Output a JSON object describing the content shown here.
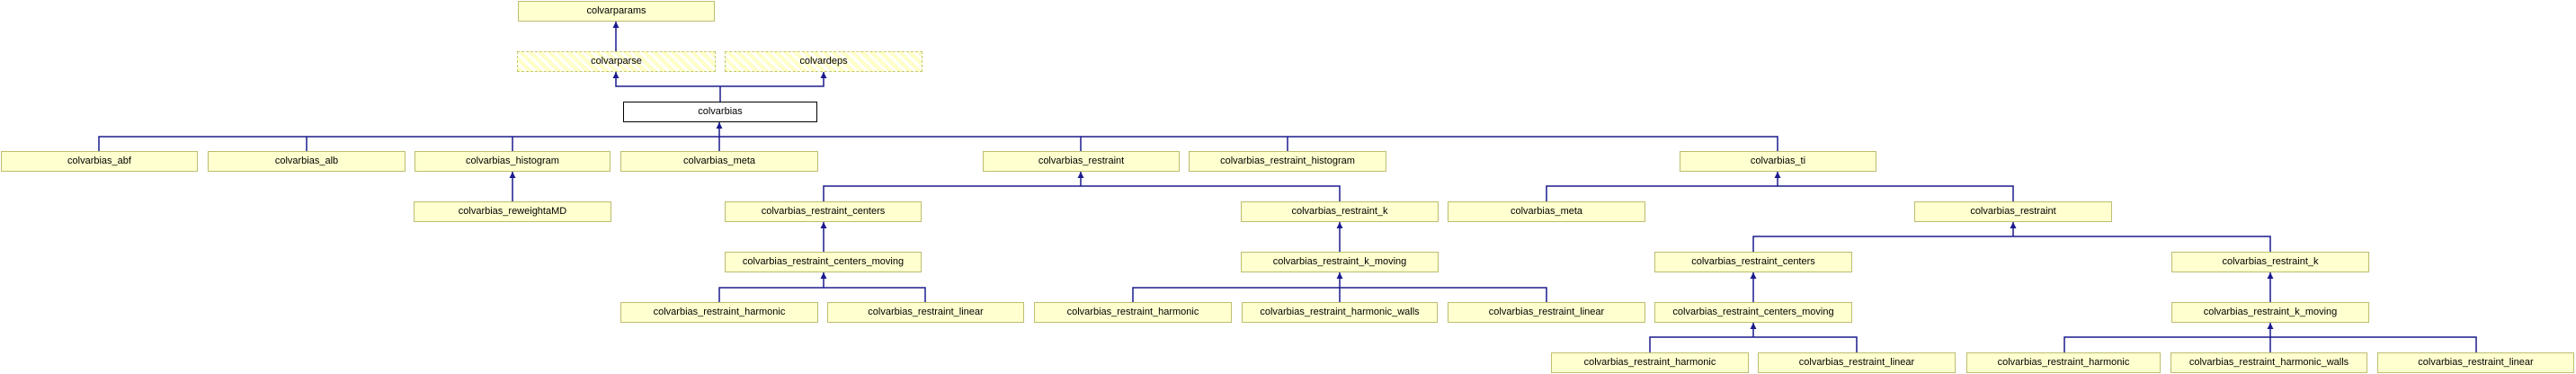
{
  "diagram": {
    "kind": "class-inheritance-graph",
    "focus_class": "colvarbias",
    "colors": {
      "background": "#ffffff",
      "node_fill": "#ffffcf",
      "node_border": "#bdbd70",
      "focus_node_fill": "#ffffff",
      "focus_node_border": "#000000",
      "edge": "#1b1b8e",
      "text": "#000000"
    },
    "nodes": {
      "params": {
        "label": "colvarparams"
      },
      "parse": {
        "label": "colvarparse",
        "style": "hatched"
      },
      "deps": {
        "label": "colvardeps",
        "style": "hatched"
      },
      "bias": {
        "label": "colvarbias",
        "style": "focus"
      },
      "abf": {
        "label": "colvarbias_abf"
      },
      "alb": {
        "label": "colvarbias_alb"
      },
      "histogram": {
        "label": "colvarbias_histogram"
      },
      "meta": {
        "label": "colvarbias_meta"
      },
      "restraint": {
        "label": "colvarbias_restraint"
      },
      "restraint_histogram": {
        "label": "colvarbias_restraint_histogram"
      },
      "ti": {
        "label": "colvarbias_ti"
      },
      "reweightamd": {
        "label": "colvarbias_reweightaMD"
      },
      "centers": {
        "label": "colvarbias_restraint_centers"
      },
      "k": {
        "label": "colvarbias_restraint_k"
      },
      "meta2": {
        "label": "colvarbias_meta"
      },
      "restraint2": {
        "label": "colvarbias_restraint"
      },
      "centers_moving": {
        "label": "colvarbias_restraint_centers_moving"
      },
      "k_moving": {
        "label": "colvarbias_restraint_k_moving"
      },
      "centers2": {
        "label": "colvarbias_restraint_centers"
      },
      "k2": {
        "label": "colvarbias_restraint_k"
      },
      "harmonic1": {
        "label": "colvarbias_restraint_harmonic"
      },
      "linear1": {
        "label": "colvarbias_restraint_linear"
      },
      "harmonic2": {
        "label": "colvarbias_restraint_harmonic"
      },
      "walls1": {
        "label": "colvarbias_restraint_harmonic_walls"
      },
      "linear2": {
        "label": "colvarbias_restraint_linear"
      },
      "centers2_moving": {
        "label": "colvarbias_restraint_centers_moving"
      },
      "k2_moving": {
        "label": "colvarbias_restraint_k_moving"
      },
      "harmonic3": {
        "label": "colvarbias_restraint_harmonic"
      },
      "linear3": {
        "label": "colvarbias_restraint_linear"
      },
      "harmonic4": {
        "label": "colvarbias_restraint_harmonic"
      },
      "walls2": {
        "label": "colvarbias_restraint_harmonic_walls"
      },
      "linear4": {
        "label": "colvarbias_restraint_linear"
      }
    },
    "edges": [
      {
        "derived": "parse",
        "base": "params"
      },
      {
        "derived": "bias",
        "base": "parse"
      },
      {
        "derived": "bias",
        "base": "deps"
      },
      {
        "derived": "abf",
        "base": "bias"
      },
      {
        "derived": "alb",
        "base": "bias"
      },
      {
        "derived": "histogram",
        "base": "bias"
      },
      {
        "derived": "meta",
        "base": "bias"
      },
      {
        "derived": "restraint",
        "base": "bias"
      },
      {
        "derived": "restraint_histogram",
        "base": "bias"
      },
      {
        "derived": "ti",
        "base": "bias"
      },
      {
        "derived": "reweightamd",
        "base": "histogram"
      },
      {
        "derived": "centers",
        "base": "restraint"
      },
      {
        "derived": "k",
        "base": "restraint"
      },
      {
        "derived": "centers_moving",
        "base": "centers"
      },
      {
        "derived": "k_moving",
        "base": "k"
      },
      {
        "derived": "harmonic1",
        "base": "centers_moving"
      },
      {
        "derived": "linear1",
        "base": "centers_moving"
      },
      {
        "derived": "harmonic2",
        "base": "k_moving"
      },
      {
        "derived": "walls1",
        "base": "k_moving"
      },
      {
        "derived": "linear2",
        "base": "k_moving"
      },
      {
        "derived": "meta2",
        "base": "ti"
      },
      {
        "derived": "restraint2",
        "base": "ti"
      },
      {
        "derived": "centers2",
        "base": "restraint2"
      },
      {
        "derived": "k2",
        "base": "restraint2"
      },
      {
        "derived": "centers2_moving",
        "base": "centers2"
      },
      {
        "derived": "k2_moving",
        "base": "k2"
      },
      {
        "derived": "harmonic3",
        "base": "centers2_moving"
      },
      {
        "derived": "linear3",
        "base": "centers2_moving"
      },
      {
        "derived": "harmonic4",
        "base": "k2_moving"
      },
      {
        "derived": "walls2",
        "base": "k2_moving"
      },
      {
        "derived": "linear4",
        "base": "k2_moving"
      }
    ]
  }
}
